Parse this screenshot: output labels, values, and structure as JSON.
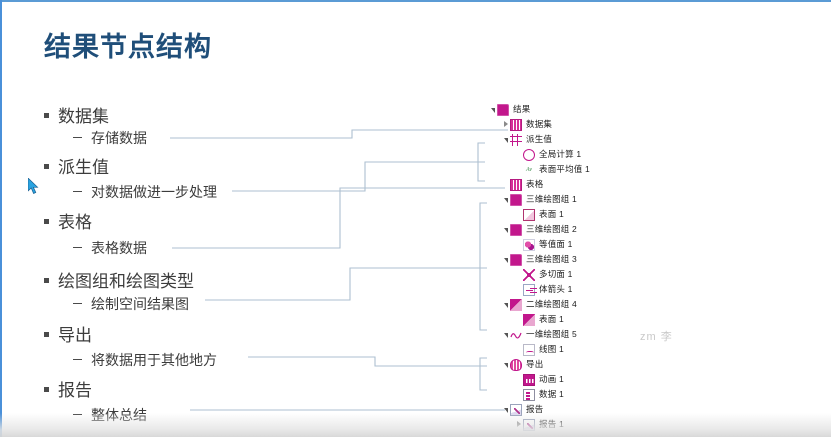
{
  "slide": {
    "title": "结果节点结构",
    "watermark": "zm 李",
    "accent_color": "#1f4e79",
    "frame_color": "#5b9bd5",
    "connector_color": "#aebfd0",
    "tree_icon_color": "#c2178c"
  },
  "outline": [
    {
      "level1": "数据集",
      "level2": "存储数据"
    },
    {
      "level1": "派生值",
      "level2": "对数据做进一步处理"
    },
    {
      "level1": "表格",
      "level2": "表格数据"
    },
    {
      "level1": "绘图组和绘图类型",
      "level2": "绘制空间结果图"
    },
    {
      "level1": "导出",
      "level2": "将数据用于其他地方"
    },
    {
      "level1": "报告",
      "level2": "整体总结"
    }
  ],
  "tree": {
    "root_label": "结果",
    "nodes": [
      {
        "label": "结果",
        "depth": 0,
        "toggle": "open",
        "icon": "results-folder-icon"
      },
      {
        "label": "数据集",
        "depth": 1,
        "toggle": "closed",
        "icon": "dataset-grid-icon"
      },
      {
        "label": "派生值",
        "depth": 1,
        "toggle": "open",
        "icon": "derived-values-icon"
      },
      {
        "label": "全局计算 1",
        "depth": 2,
        "toggle": "none",
        "icon": "global-evaluation-icon"
      },
      {
        "label": "表面平均值 1",
        "depth": 2,
        "toggle": "none",
        "icon": "surface-average-icon"
      },
      {
        "label": "表格",
        "depth": 1,
        "toggle": "none",
        "icon": "table-icon"
      },
      {
        "label": "三维绘图组 1",
        "depth": 1,
        "toggle": "open",
        "icon": "plot-group-3d-icon"
      },
      {
        "label": "表面 1",
        "depth": 2,
        "toggle": "none",
        "icon": "surface-plot-icon"
      },
      {
        "label": "三维绘图组 2",
        "depth": 1,
        "toggle": "open",
        "icon": "plot-group-3d-icon"
      },
      {
        "label": "等值面 1",
        "depth": 2,
        "toggle": "none",
        "icon": "isosurface-icon"
      },
      {
        "label": "三维绘图组 3",
        "depth": 1,
        "toggle": "open",
        "icon": "plot-group-3d-icon"
      },
      {
        "label": "多切面 1",
        "depth": 2,
        "toggle": "none",
        "icon": "multislice-icon"
      },
      {
        "label": "体箭头 1",
        "depth": 2,
        "toggle": "none",
        "icon": "arrow-volume-icon"
      },
      {
        "label": "二维绘图组 4",
        "depth": 1,
        "toggle": "open",
        "icon": "plot-group-2d-icon"
      },
      {
        "label": "表面 1",
        "depth": 2,
        "toggle": "none",
        "icon": "surface-2d-icon"
      },
      {
        "label": "一维绘图组 5",
        "depth": 1,
        "toggle": "open",
        "icon": "plot-group-1d-icon"
      },
      {
        "label": "线图 1",
        "depth": 2,
        "toggle": "none",
        "icon": "line-graph-icon"
      },
      {
        "label": "导出",
        "depth": 1,
        "toggle": "open",
        "icon": "export-icon"
      },
      {
        "label": "动画 1",
        "depth": 2,
        "toggle": "none",
        "icon": "animation-icon"
      },
      {
        "label": "数据 1",
        "depth": 2,
        "toggle": "none",
        "icon": "data-export-icon"
      },
      {
        "label": "报告",
        "depth": 1,
        "toggle": "open",
        "icon": "report-icon"
      },
      {
        "label": "报告 1",
        "depth": 2,
        "toggle": "closed",
        "icon": "report-icon"
      }
    ]
  }
}
